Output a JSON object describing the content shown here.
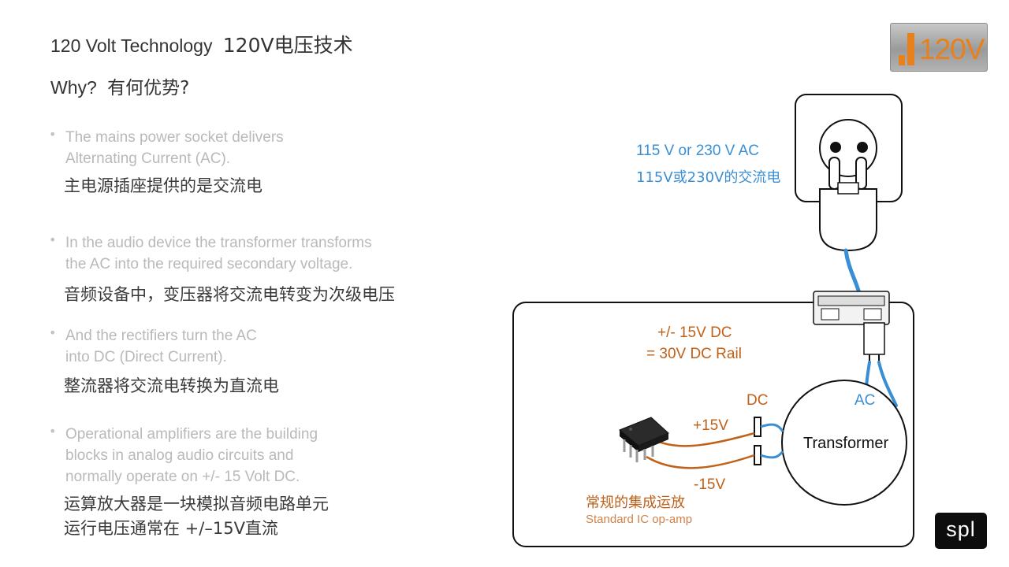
{
  "header": {
    "title_en": "120 Volt Technology",
    "title_zh": "120V电压技术",
    "subtitle_en": "Why?",
    "subtitle_zh": "有何优势?"
  },
  "logos": {
    "badge_text": "120V",
    "brand_text": "spl"
  },
  "bullets": [
    {
      "en": [
        "The mains power socket delivers",
        "Alternating Current (AC)."
      ],
      "zh": [
        "主电源插座提供的是交流电"
      ]
    },
    {
      "en": [
        "In the audio device the transformer transforms",
        "the AC into the required secondary voltage."
      ],
      "zh": [
        "音频设备中，变压器将交流电转变为次级电压"
      ]
    },
    {
      "en": [
        "And the rectifiers turn the AC",
        "into DC (Direct Current)."
      ],
      "zh": [
        "整流器将交流电转换为直流电"
      ]
    },
    {
      "en": [
        "Operational amplifiers are the building",
        "blocks in analog audio circuits and",
        "normally operate on +/- 15 Volt DC."
      ],
      "zh": [
        "运算放大器是一块模拟音频电路单元",
        "运行电压通常在 +/–15V直流"
      ]
    }
  ],
  "diagram": {
    "mains_en": "115 V or 230 V AC",
    "mains_zh": "115V或230V的交流电",
    "rail_line1": "+/- 15V DC",
    "rail_line2": "= 30V DC Rail",
    "dc_label": "DC",
    "ac_label": "AC",
    "plus_label": "+15V",
    "minus_label": "-15V",
    "transformer_label": "Transformer",
    "opamp_zh": "常规的集成运放",
    "opamp_en": "Standard IC op-amp"
  },
  "colors": {
    "accent_orange": "#c0611a",
    "accent_blue": "#3a8fd4",
    "badge_orange": "#e8801c"
  }
}
